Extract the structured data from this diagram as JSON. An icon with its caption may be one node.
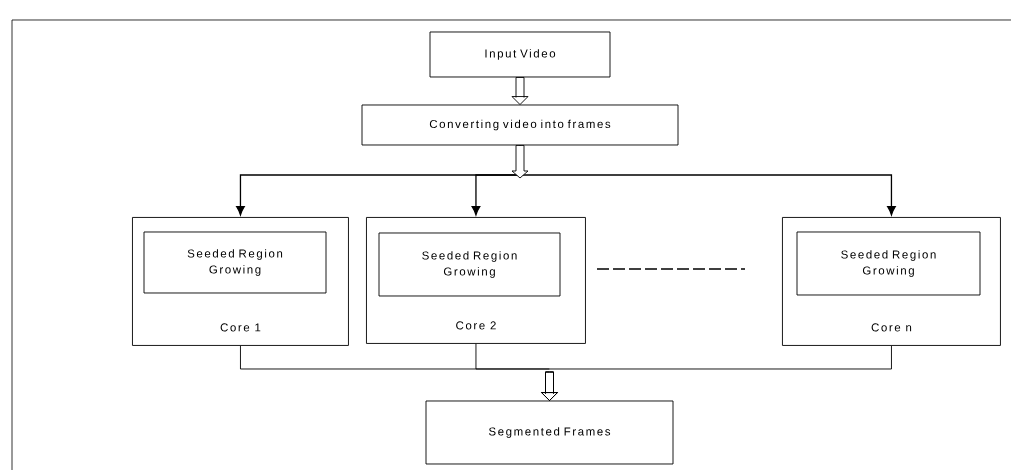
{
  "diagram": {
    "nodes": [
      {
        "text": [
          "Input Video"
        ]
      },
      {
        "text": [
          "Converting video into frames"
        ]
      },
      {
        "text": [
          "Core 1"
        ]
      },
      {
        "text": [
          "Seeded Region Growing"
        ],
        "in": 2
      },
      {
        "text": [
          "Core 2"
        ]
      },
      {
        "text": [
          "Seeded Region Growing"
        ],
        "in": 4
      },
      {
        "text": [
          "Core n"
        ]
      },
      {
        "text": [
          "Seeded Region Growing"
        ],
        "in": 6
      },
      {
        "text": [
          "Segmented Frames"
        ]
      }
    ],
    "edges": [
      {
        "from": 0,
        "to": 1,
        "arrow": "to"
      },
      {
        "from": 1,
        "to": 2,
        "arrow": "to"
      },
      {
        "from": 1,
        "to": 4,
        "arrow": "to"
      },
      {
        "from": 1,
        "to": 6,
        "arrow": "to"
      },
      {
        "from": 2,
        "to": 8,
        "arrow": "to"
      },
      {
        "from": 4,
        "to": 8,
        "arrow": "to"
      },
      {
        "from": 6,
        "to": 8,
        "arrow": "to"
      }
    ]
  }
}
